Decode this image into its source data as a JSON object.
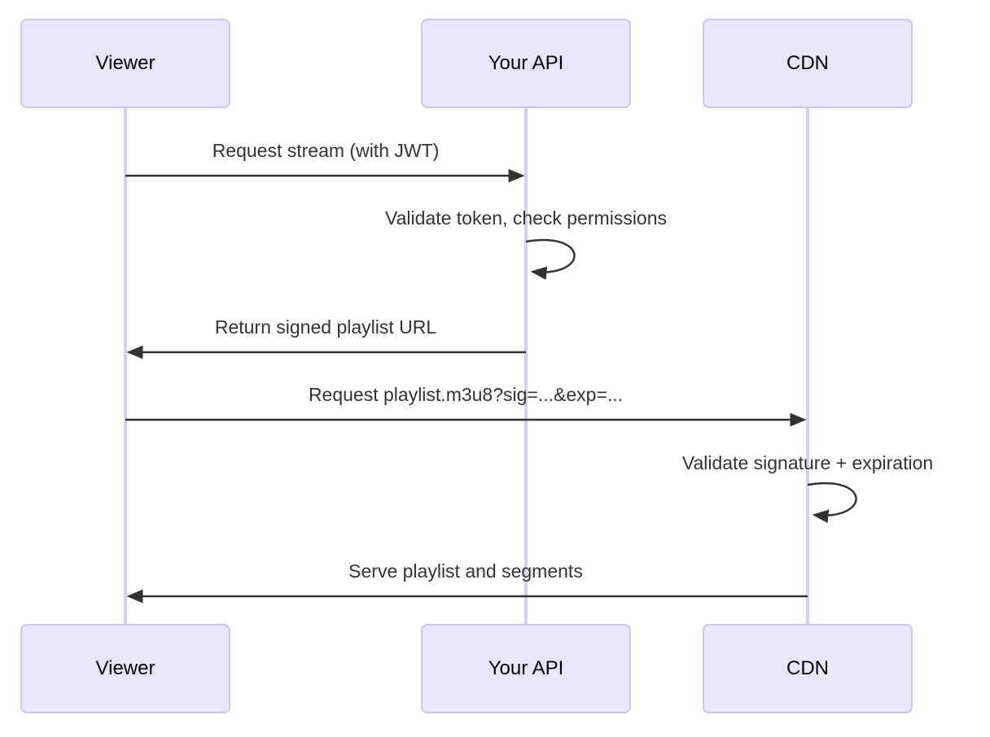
{
  "diagram_type": "sequence-diagram",
  "actors": [
    {
      "label": "Viewer"
    },
    {
      "label": "Your API"
    },
    {
      "label": "CDN"
    }
  ],
  "messages": [
    {
      "from": "Viewer",
      "to": "Your API",
      "label": "Request stream (with JWT)",
      "arrow": "solid-right"
    },
    {
      "from": "Your API",
      "to": "Your API",
      "label": "Validate token, check permissions",
      "arrow": "self-loop"
    },
    {
      "from": "Your API",
      "to": "Viewer",
      "label": "Return signed playlist URL",
      "arrow": "solid-left"
    },
    {
      "from": "Viewer",
      "to": "CDN",
      "label": "Request playlist.m3u8?sig=...&exp=...",
      "arrow": "solid-right"
    },
    {
      "from": "CDN",
      "to": "CDN",
      "label": "Validate signature + expiration",
      "arrow": "self-loop"
    },
    {
      "from": "CDN",
      "to": "Viewer",
      "label": "Serve playlist and segments",
      "arrow": "solid-left"
    }
  ],
  "colors": {
    "background": "#FFFFFF",
    "actor_fill": "#E9E6FB",
    "actor_border": "#CCC6E9",
    "lifeline": "#D6D0F0",
    "arrow": "#333333",
    "message_text": "#333333",
    "actor_text": "#000000"
  }
}
